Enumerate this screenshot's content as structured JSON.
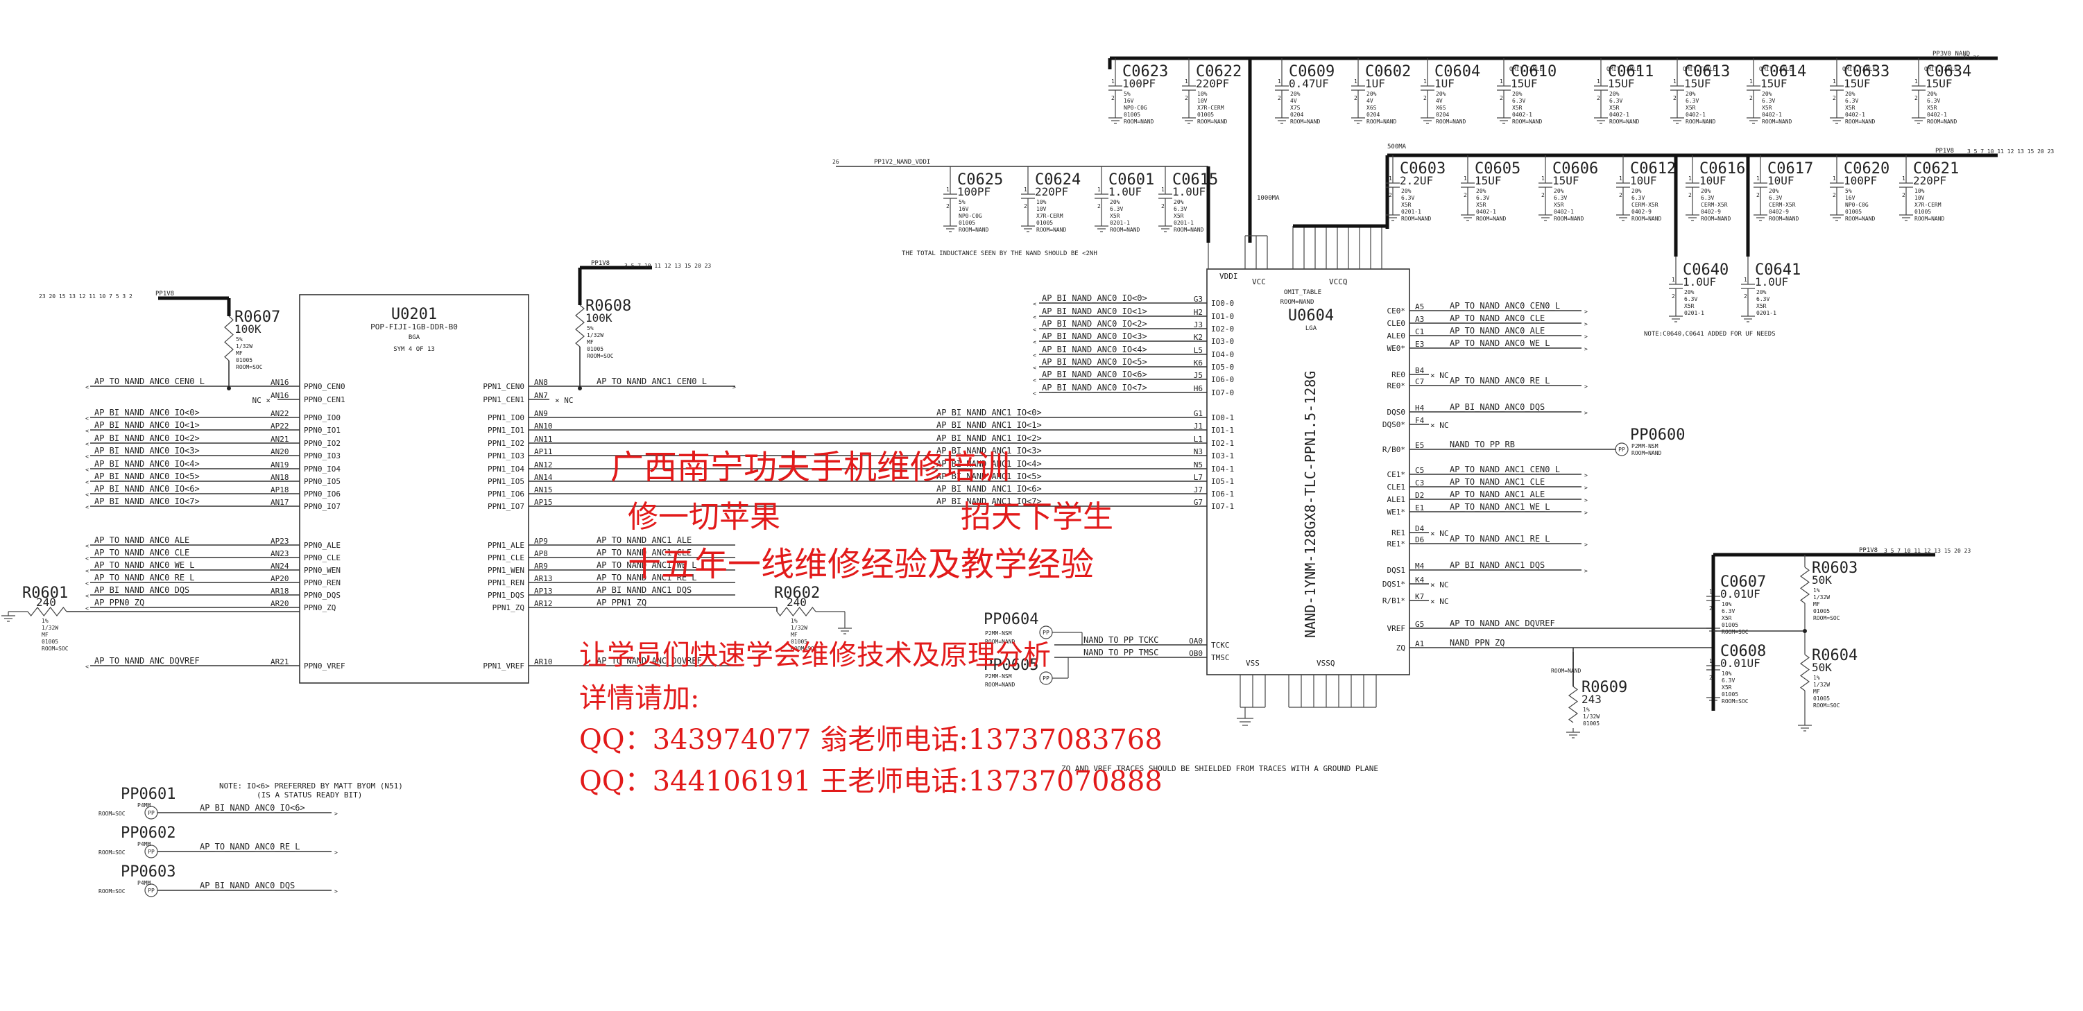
{
  "rails": {
    "pp3v0_nand": "PP3V0_NAND",
    "pp1v8_top": "PP1V8",
    "pp1v2_nand_vddi": "PP1V2_NAND_VDDI",
    "pp1v8_left": "PP1V8",
    "pp1v8_r0608": "PP1V8",
    "pp1v8_right": "PP1V8",
    "pp1v8_lower": "PP1V8"
  },
  "labels": {
    "current_1000ma": "1000MA",
    "current_500ma": "500MA",
    "omit_table": "OMIT_TABLE",
    "inductance_note": "THE TOTAL INDUCTANCE SEEN BY THE NAND SHOULD BE <2NH",
    "uf_note": "NOTE:C0640,C0641 ADDED FOR UF NEEDS",
    "io6_note_1": "NOTE: IO<6> PREFERRED BY MATT BYOM (N51)",
    "io6_note_2": "(IS A STATUS READY BIT)",
    "shield_note": "ZQ AND VREF TRACES SHOULD BE SHIELDED FROM TRACES WITH A GROUND PLANE",
    "nc": "NC"
  },
  "caps_top": [
    {
      "ref": "C0623",
      "val": "100PF",
      "spec": [
        "5%",
        "16V",
        "NP0-C0G",
        "01005",
        "ROOM=NAND"
      ]
    },
    {
      "ref": "C0622",
      "val": "220PF",
      "spec": [
        "10%",
        "10V",
        "X7R-CERM",
        "01005",
        "ROOM=NAND"
      ]
    },
    {
      "ref": "C0609",
      "val": "0.47UF",
      "spec": [
        "20%",
        "4V",
        "X7S",
        "0204",
        "ROOM=NAND"
      ]
    },
    {
      "ref": "C0602",
      "val": "1UF",
      "spec": [
        "20%",
        "4V",
        "X6S",
        "0204",
        "ROOM=NAND"
      ]
    },
    {
      "ref": "C0604",
      "val": "1UF",
      "spec": [
        "20%",
        "4V",
        "X6S",
        "0204",
        "ROOM=NAND"
      ]
    },
    {
      "ref": "C0610",
      "val": "15UF",
      "spec": [
        "20%",
        "6.3V",
        "X5R",
        "0402-1",
        "ROOM=NAND"
      ]
    },
    {
      "ref": "C0611",
      "val": "15UF",
      "spec": [
        "20%",
        "6.3V",
        "X5R",
        "0402-1",
        "ROOM=NAND"
      ]
    },
    {
      "ref": "C0613",
      "val": "15UF",
      "spec": [
        "20%",
        "6.3V",
        "X5R",
        "0402-1",
        "ROOM=NAND"
      ]
    },
    {
      "ref": "C0614",
      "val": "15UF",
      "spec": [
        "20%",
        "6.3V",
        "X5R",
        "0402-1",
        "ROOM=NAND"
      ]
    },
    {
      "ref": "C0633",
      "val": "15UF",
      "spec": [
        "20%",
        "6.3V",
        "X5R",
        "0402-1",
        "ROOM=NAND"
      ]
    },
    {
      "ref": "C0634",
      "val": "15UF",
      "spec": [
        "20%",
        "6.3V",
        "X5R",
        "0402-1",
        "ROOM=NAND"
      ]
    }
  ],
  "caps_vddi": [
    {
      "ref": "C0625",
      "val": "100PF",
      "spec": [
        "5%",
        "16V",
        "NP0-C0G",
        "01005",
        "ROOM=NAND"
      ]
    },
    {
      "ref": "C0624",
      "val": "220PF",
      "spec": [
        "10%",
        "10V",
        "X7R-CERM",
        "01005",
        "ROOM=NAND"
      ]
    },
    {
      "ref": "C0601",
      "val": "1.0UF",
      "spec": [
        "20%",
        "6.3V",
        "X5R",
        "0201-1",
        "ROOM=NAND"
      ]
    },
    {
      "ref": "C0615",
      "val": "1.0UF",
      "spec": [
        "20%",
        "6.3V",
        "X5R",
        "0201-1",
        "ROOM=NAND"
      ]
    }
  ],
  "caps_vccq": [
    {
      "ref": "C0603",
      "val": "2.2UF",
      "spec": [
        "20%",
        "6.3V",
        "X5R",
        "0201-1",
        "ROOM=NAND"
      ]
    },
    {
      "ref": "C0605",
      "val": "15UF",
      "spec": [
        "20%",
        "6.3V",
        "X5R",
        "0402-1",
        "ROOM=NAND"
      ]
    },
    {
      "ref": "C0606",
      "val": "15UF",
      "spec": [
        "20%",
        "6.3V",
        "X5R",
        "0402-1",
        "ROOM=NAND"
      ]
    },
    {
      "ref": "C0612",
      "val": "10UF",
      "spec": [
        "20%",
        "6.3V",
        "CERM-X5R",
        "0402-9",
        "ROOM=NAND"
      ]
    },
    {
      "ref": "C0616",
      "val": "10UF",
      "spec": [
        "20%",
        "6.3V",
        "CERM-X5R",
        "0402-9",
        "ROOM=NAND"
      ]
    },
    {
      "ref": "C0617",
      "val": "10UF",
      "spec": [
        "20%",
        "6.3V",
        "CERM-X5R",
        "0402-9",
        "ROOM=NAND"
      ]
    },
    {
      "ref": "C0620",
      "val": "100PF",
      "spec": [
        "5%",
        "16V",
        "NP0-C0G",
        "01005",
        "ROOM=NAND"
      ]
    },
    {
      "ref": "C0621",
      "val": "220PF",
      "spec": [
        "10%",
        "10V",
        "X7R-CERM",
        "01005",
        "ROOM=NAND"
      ]
    }
  ],
  "caps_uf": [
    {
      "ref": "C0640",
      "val": "1.0UF",
      "spec": [
        "20%",
        "6.3V",
        "X5R",
        "0201-1"
      ]
    },
    {
      "ref": "C0641",
      "val": "1.0UF",
      "spec": [
        "20%",
        "6.3V",
        "X5R",
        "0201-1"
      ]
    }
  ],
  "caps_right": [
    {
      "ref": "C0607",
      "val": "0.01UF",
      "spec": [
        "10%",
        "6.3V",
        "X5R",
        "01005",
        "ROOM=SOC"
      ]
    },
    {
      "ref": "C0608",
      "val": "0.01UF",
      "spec": [
        "10%",
        "6.3V",
        "X5R",
        "01005",
        "ROOM=SOC"
      ]
    }
  ],
  "resistors": {
    "r0607": {
      "ref": "R0607",
      "val": "100K",
      "spec": [
        "5%",
        "1/32W",
        "MF",
        "01005",
        "ROOM=SOC"
      ]
    },
    "r0608": {
      "ref": "R0608",
      "val": "100K",
      "spec": [
        "5%",
        "1/32W",
        "MF",
        "01005",
        "ROOM=SOC"
      ]
    },
    "r0601": {
      "ref": "R0601",
      "val": "240",
      "spec": [
        "1%",
        "1/32W",
        "MF",
        "01005",
        "ROOM=SOC"
      ]
    },
    "r0602": {
      "ref": "R0602",
      "val": "240",
      "spec": [
        "1%",
        "1/32W",
        "MF",
        "01005",
        "ROOM=SOC"
      ]
    },
    "r0609": {
      "ref": "R0609",
      "val": "243",
      "spec": [
        "1%",
        "1/32W",
        "01005"
      ],
      "room": "ROOM=NAND"
    },
    "r0603": {
      "ref": "R0603",
      "val": "50K",
      "spec": [
        "1%",
        "1/32W",
        "MF",
        "01005",
        "ROOM=SOC"
      ]
    },
    "r0604": {
      "ref": "R0604",
      "val": "50K",
      "spec": [
        "1%",
        "1/32W",
        "MF",
        "01005",
        "ROOM=SOC"
      ]
    }
  },
  "u0201": {
    "ref": "U0201",
    "part": "POP-FIJI-1GB-DDR-B0",
    "pkg": "BGA",
    "sym": "SYM 4 OF 13",
    "left_pins": [
      {
        "ball": "AN16",
        "name": "PPN0_CEN0",
        "net": "AP_TO_NAND_ANC0_CEN0_L"
      },
      {
        "ball": "AN16",
        "name": "PPN0_CEN1",
        "net": ""
      },
      {
        "ball": "AN22",
        "name": "PPN0_IO0",
        "net": "AP_BI_NAND_ANC0_IO<0>"
      },
      {
        "ball": "AP22",
        "name": "PPN0_IO1",
        "net": "AP_BI_NAND_ANC0_IO<1>"
      },
      {
        "ball": "AN21",
        "name": "PPN0_IO2",
        "net": "AP_BI_NAND_ANC0_IO<2>"
      },
      {
        "ball": "AN20",
        "name": "PPN0_IO3",
        "net": "AP_BI_NAND_ANC0_IO<3>"
      },
      {
        "ball": "AN19",
        "name": "PPN0_IO4",
        "net": "AP_BI_NAND_ANC0_IO<4>"
      },
      {
        "ball": "AN18",
        "name": "PPN0_IO5",
        "net": "AP_BI_NAND_ANC0_IO<5>"
      },
      {
        "ball": "AP18",
        "name": "PPN0_IO6",
        "net": "AP_BI_NAND_ANC0_IO<6>"
      },
      {
        "ball": "AN17",
        "name": "PPN0_IO7",
        "net": "AP_BI_NAND_ANC0_IO<7>"
      },
      {
        "ball": "AP23",
        "name": "PPN0_ALE",
        "net": "AP_TO_NAND_ANC0_ALE"
      },
      {
        "ball": "AN23",
        "name": "PPN0_CLE",
        "net": "AP_TO_NAND_ANC0_CLE"
      },
      {
        "ball": "AN24",
        "name": "PPN0_WEN",
        "net": "AP_TO_NAND_ANC0_WE_L"
      },
      {
        "ball": "AP20",
        "name": "PPN0_REN",
        "net": "AP_TO_NAND_ANC0_RE_L"
      },
      {
        "ball": "AR18",
        "name": "PPN0_DQS",
        "net": "AP_BI_NAND_ANC0_DQS"
      },
      {
        "ball": "AR20",
        "name": "PPN0_ZQ",
        "net": "AP_PPN0_ZQ"
      },
      {
        "ball": "AR21",
        "name": "PPN0_VREF",
        "net": "AP_TO_NAND_ANC_DQVREF"
      }
    ],
    "right_pins": [
      {
        "ball": "AN8",
        "name": "PPN1_CEN0",
        "net": "AP_TO_NAND_ANC1_CEN0_L"
      },
      {
        "ball": "AN7",
        "name": "PPN1_CEN1",
        "net": ""
      },
      {
        "ball": "AN9",
        "name": "PPN1_IO0",
        "net": "AP_BI_NAND_ANC1_IO<0>"
      },
      {
        "ball": "AN10",
        "name": "PPN1_IO1",
        "net": "AP_BI_NAND_ANC1_IO<1>"
      },
      {
        "ball": "AN11",
        "name": "PPN1_IO2",
        "net": "AP_BI_NAND_ANC1_IO<2>"
      },
      {
        "ball": "AP11",
        "name": "PPN1_IO3",
        "net": "AP_BI_NAND_ANC1_IO<3>"
      },
      {
        "ball": "AN12",
        "name": "PPN1_IO4",
        "net": "AP_BI_NAND_ANC1_IO<4>"
      },
      {
        "ball": "AN14",
        "name": "PPN1_IO5",
        "net": "AP_BI_NAND_ANC1_IO<5>"
      },
      {
        "ball": "AN15",
        "name": "PPN1_IO6",
        "net": "AP_BI_NAND_ANC1_IO<6>"
      },
      {
        "ball": "AP15",
        "name": "PPN1_IO7",
        "net": "AP_BI_NAND_ANC1_IO<7>"
      },
      {
        "ball": "AP9",
        "name": "PPN1_ALE",
        "net": "AP_TO_NAND_ANC1_ALE"
      },
      {
        "ball": "AP8",
        "name": "PPN1_CLE",
        "net": "AP_TO_NAND_ANC1_CLE"
      },
      {
        "ball": "AR9",
        "name": "PPN1_WEN",
        "net": "AP_TO_NAND_ANC1_WE_L"
      },
      {
        "ball": "AR13",
        "name": "PPN1_REN",
        "net": "AP_TO_NAND_ANC1_RE_L"
      },
      {
        "ball": "AP13",
        "name": "PPN1_DQS",
        "net": "AP_BI_NAND_ANC1_DQS"
      },
      {
        "ball": "AR12",
        "name": "PPN1_ZQ",
        "net": "AP_PPN1_ZQ"
      },
      {
        "ball": "AR10",
        "name": "PPN1_VREF",
        "net": "AP_TO_NAND_ANC_DQVREF"
      }
    ]
  },
  "u0604": {
    "ref": "U0604",
    "pkg": "LGA",
    "part_vertical": "NAND-1YNM-128GX8-TLC-PPN1.5-128G",
    "omit": "OMIT_TABLE",
    "room": "ROOM=NAND",
    "power_labels": [
      "VDDI",
      "VCC",
      "VCCQ"
    ],
    "bottom_labels": [
      "VSS",
      "VSSQ"
    ],
    "left_pins": [
      {
        "ball": "G3",
        "name": "IO0-0",
        "net": "AP_BI_NAND_ANC0_IO<0>"
      },
      {
        "ball": "H2",
        "name": "IO1-0",
        "net": "AP_BI_NAND_ANC0_IO<1>"
      },
      {
        "ball": "J3",
        "name": "IO2-0",
        "net": "AP_BI_NAND_ANC0_IO<2>"
      },
      {
        "ball": "K2",
        "name": "IO3-0",
        "net": "AP_BI_NAND_ANC0_IO<3>"
      },
      {
        "ball": "L5",
        "name": "IO4-0",
        "net": "AP_BI_NAND_ANC0_IO<4>"
      },
      {
        "ball": "K6",
        "name": "IO5-0",
        "net": "AP_BI_NAND_ANC0_IO<5>"
      },
      {
        "ball": "J5",
        "name": "IO6-0",
        "net": "AP_BI_NAND_ANC0_IO<6>"
      },
      {
        "ball": "H6",
        "name": "IO7-0",
        "net": "AP_BI_NAND_ANC0_IO<7>"
      },
      {
        "ball": "G1",
        "name": "IO0-1",
        "net": "AP_BI_NAND_ANC1_IO<0>"
      },
      {
        "ball": "J1",
        "name": "IO1-1",
        "net": "AP_BI_NAND_ANC1_IO<1>"
      },
      {
        "ball": "L1",
        "name": "IO2-1",
        "net": "AP_BI_NAND_ANC1_IO<2>"
      },
      {
        "ball": "N3",
        "name": "IO3-1",
        "net": "AP_BI_NAND_ANC1_IO<3>"
      },
      {
        "ball": "N5",
        "name": "IO4-1",
        "net": "AP_BI_NAND_ANC1_IO<4>"
      },
      {
        "ball": "L7",
        "name": "IO5-1",
        "net": "AP_BI_NAND_ANC1_IO<5>"
      },
      {
        "ball": "J7",
        "name": "IO6-1",
        "net": "AP_BI_NAND_ANC1_IO<6>"
      },
      {
        "ball": "G7",
        "name": "IO7-1",
        "net": "AP_BI_NAND_ANC1_IO<7>"
      },
      {
        "ball": "OA0",
        "name": "TCKC",
        "net": "NAND_TO_PP_TCKC"
      },
      {
        "ball": "OB0",
        "name": "TMSC",
        "net": "NAND_TO_PP_TMSC"
      }
    ],
    "right_pins": [
      {
        "ball": "A5",
        "name": "CE0*",
        "net": "AP_TO_NAND_ANC0_CEN0_L"
      },
      {
        "ball": "A3",
        "name": "CLE0",
        "net": "AP_TO_NAND_ANC0_CLE"
      },
      {
        "ball": "C1",
        "name": "ALE0",
        "net": "AP_TO_NAND_ANC0_ALE"
      },
      {
        "ball": "E3",
        "name": "WE0*",
        "net": "AP_TO_NAND_ANC0_WE_L"
      },
      {
        "ball": "B4",
        "name": "RE0",
        "net": "NC"
      },
      {
        "ball": "C7",
        "name": "RE0*",
        "net": "AP_TO_NAND_ANC0_RE_L"
      },
      {
        "ball": "H4",
        "name": "DQS0",
        "net": "AP_BI_NAND_ANC0_DQS"
      },
      {
        "ball": "F4",
        "name": "DQS0*",
        "net": "NC"
      },
      {
        "ball": "E5",
        "name": "R/B0*",
        "net": "NAND_TO_PP_RB"
      },
      {
        "ball": "C5",
        "name": "CE1*",
        "net": "AP_TO_NAND_ANC1_CEN0_L"
      },
      {
        "ball": "C3",
        "name": "CLE1",
        "net": "AP_TO_NAND_ANC1_CLE"
      },
      {
        "ball": "D2",
        "name": "ALE1",
        "net": "AP_TO_NAND_ANC1_ALE"
      },
      {
        "ball": "E1",
        "name": "WE1*",
        "net": "AP_TO_NAND_ANC1_WE_L"
      },
      {
        "ball": "D4",
        "name": "RE1",
        "net": "NC"
      },
      {
        "ball": "D6",
        "name": "RE1*",
        "net": "AP_TO_NAND_ANC1_RE_L"
      },
      {
        "ball": "M4",
        "name": "DQS1",
        "net": "AP_BI_NAND_ANC1_DQS"
      },
      {
        "ball": "K4",
        "name": "DQS1*",
        "net": "NC"
      },
      {
        "ball": "K7",
        "name": "R/B1*",
        "net": "NC"
      },
      {
        "ball": "G5",
        "name": "VREF",
        "net": "AP_TO_NAND_ANC_DQVREF"
      },
      {
        "ball": "A1",
        "name": "ZQ",
        "net": "NAND_PPN_ZQ"
      }
    ]
  },
  "testpoints": [
    {
      "ref": "PP0600",
      "type": "P2MM-NSM",
      "room": "ROOM=NAND"
    },
    {
      "ref": "PP0604",
      "type": "P2MM-NSM",
      "room": "ROOM=NAND"
    },
    {
      "ref": "PP0605",
      "type": "P2MM-NSM",
      "room": "ROOM=NAND"
    },
    {
      "ref": "PP0601",
      "type": "P4MM",
      "room": "ROOM=SOC",
      "net": "AP_BI_NAND_ANC0_IO<6>"
    },
    {
      "ref": "PP0602",
      "type": "P4MM",
      "room": "ROOM=SOC",
      "net": "AP_TO_NAND_ANC0_RE_L"
    },
    {
      "ref": "PP0603",
      "type": "P4MM",
      "room": "ROOM=SOC",
      "net": "AP_BI_NAND_ANC0_DQS"
    }
  ],
  "watermark": {
    "line1": "广西南宁功夫手机维修培训",
    "line2a": "修一切苹果",
    "line2b": "招天下学生",
    "line3": "十五年一线维修经验及教学经验",
    "line4": "让学员们快速学会维修技术及原理分析",
    "line5": "详情请加:",
    "line6": "QQ：343974077  翁老师电话:13737083768",
    "line7": "QQ：344106191  王老师电话:13737070888",
    "color": "#e21a1a"
  }
}
